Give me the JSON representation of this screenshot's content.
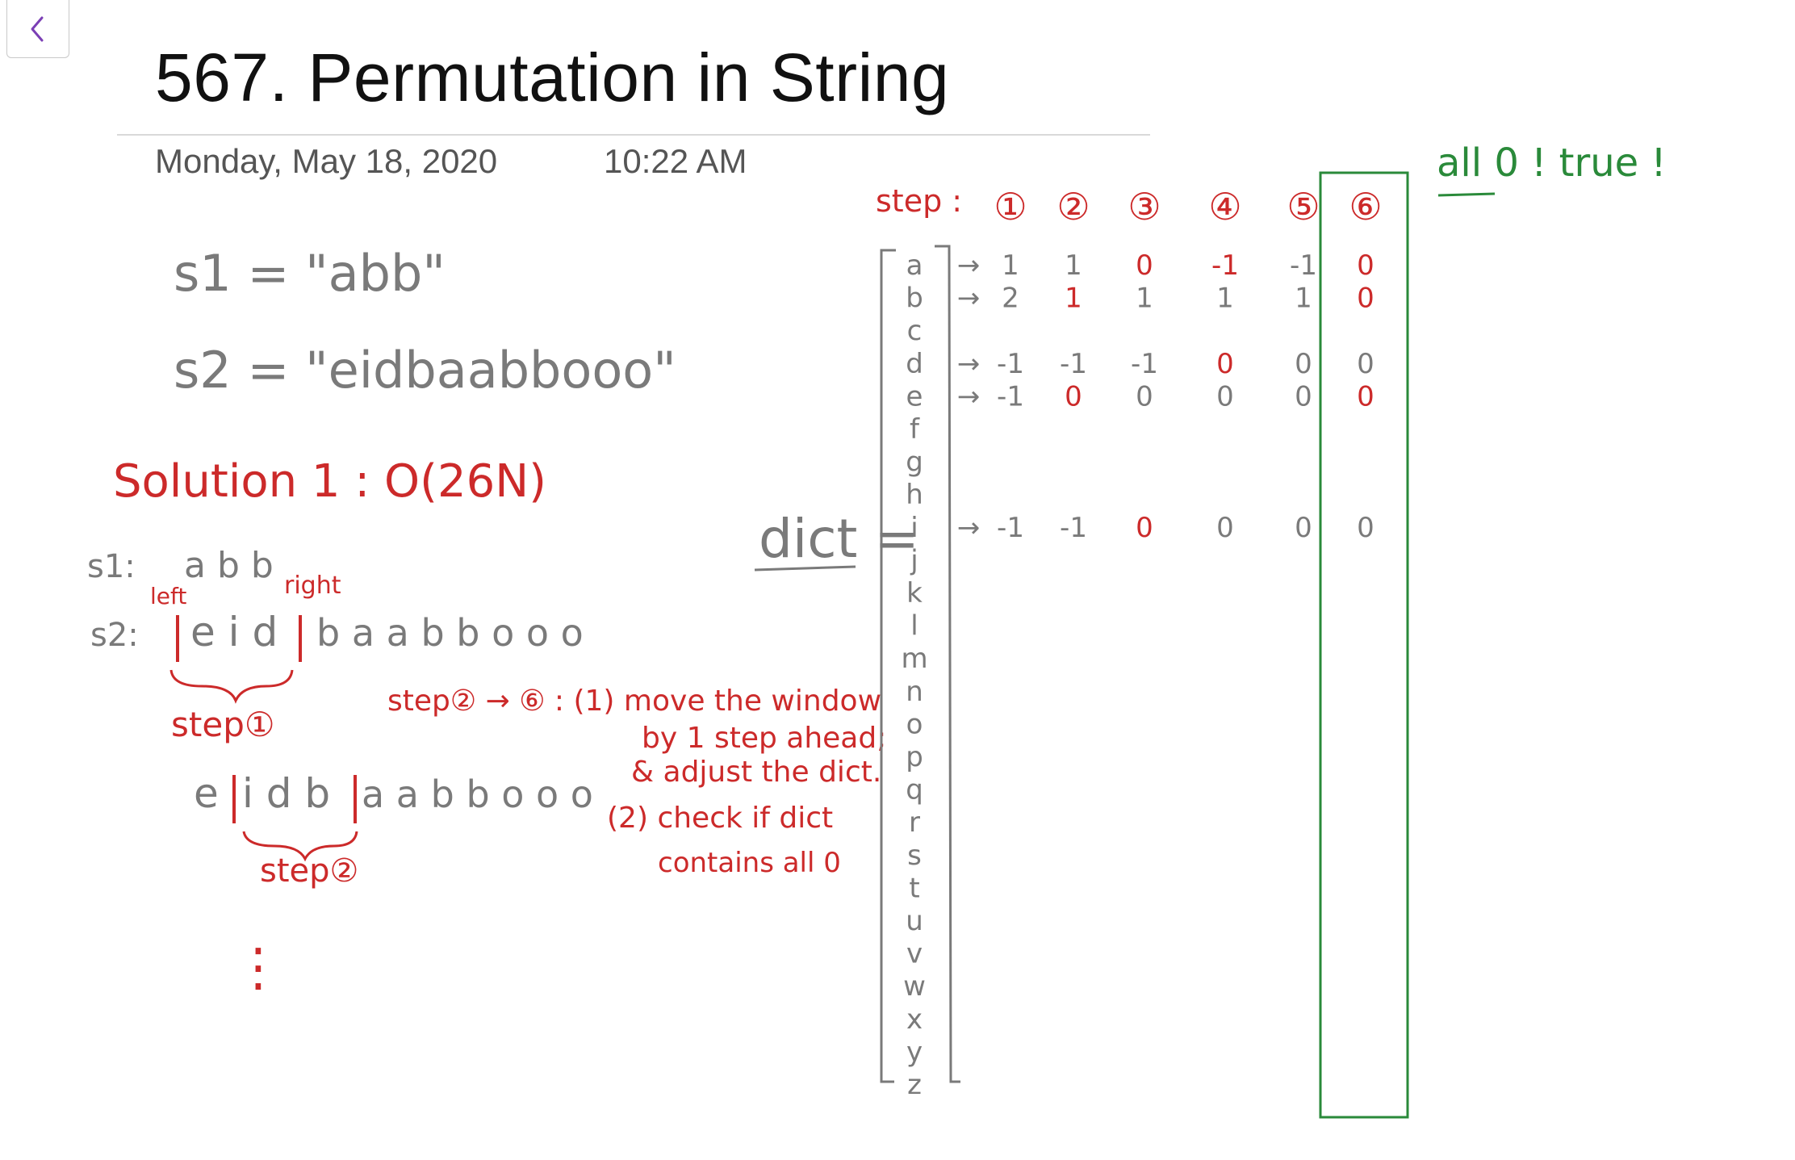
{
  "page": {
    "title": "567. Permutation in String",
    "date": "Monday, May 18, 2020",
    "time": "10:22 AM"
  },
  "colors": {
    "pencil": "#7a7a7a",
    "red": "#cc2a2a",
    "green": "#2a8a3a",
    "accent": "#7b3fb5"
  },
  "notes": {
    "s1_def": "s1 = \"abb\"",
    "s2_def": "s2 = \"eidbaabbooo\"",
    "solution": "Solution 1 : O(26N)",
    "s1_label": "s1:",
    "s1_chars": "a b b",
    "s2_label": "s2:",
    "left_label": "left",
    "right_label": "right",
    "s2_window1": "e i d",
    "s2_rest1": "b a a b b o o o",
    "step1_label": "step①",
    "row2_first": "e",
    "row2_window": "i d b",
    "row2_rest": "a a b b o o o",
    "step2_label": "step②",
    "ellipsis": "⋮",
    "expl_line1": "step② → ⑥ : (1) move the window",
    "expl_line2": "by 1 step ahead;",
    "expl_line3": "& adjust the dict.",
    "expl_line4": "(2) check if dict",
    "expl_line5": "contains all 0"
  },
  "table": {
    "dict_label": "dict =",
    "step_label": "step :",
    "steps": [
      "①",
      "②",
      "③",
      "④",
      "⑤",
      "⑥"
    ],
    "letters": [
      "a",
      "b",
      "c",
      "d",
      "e",
      "f",
      "g",
      "h",
      "i",
      "j",
      "k",
      "l",
      "m",
      "n",
      "o",
      "p",
      "q",
      "r",
      "s",
      "t",
      "u",
      "v",
      "w",
      "x",
      "y",
      "z"
    ],
    "rows": [
      {
        "letter_index": 0,
        "arrow": "→",
        "values": [
          "1",
          "1",
          "0",
          "-1",
          "-1",
          "0"
        ],
        "colors": [
          "pencil",
          "pencil",
          "red",
          "red",
          "pencil",
          "red"
        ]
      },
      {
        "letter_index": 1,
        "arrow": "→",
        "values": [
          "2",
          "1",
          "1",
          "1",
          "1",
          "0"
        ],
        "colors": [
          "pencil",
          "red",
          "pencil",
          "pencil",
          "pencil",
          "red"
        ]
      },
      {
        "letter_index": 3,
        "arrow": "→",
        "values": [
          "-1",
          "-1",
          "-1",
          "0",
          "0",
          "0"
        ],
        "colors": [
          "pencil",
          "pencil",
          "pencil",
          "red",
          "pencil",
          "pencil"
        ]
      },
      {
        "letter_index": 4,
        "arrow": "→",
        "values": [
          "-1",
          "0",
          "0",
          "0",
          "0",
          "0"
        ],
        "colors": [
          "pencil",
          "red",
          "pencil",
          "pencil",
          "pencil",
          "red"
        ]
      },
      {
        "letter_index": 8,
        "arrow": "→",
        "values": [
          "-1",
          "-1",
          "0",
          "0",
          "0",
          "0"
        ],
        "colors": [
          "pencil",
          "pencil",
          "red",
          "pencil",
          "pencil",
          "pencil"
        ]
      }
    ],
    "result_note": "all 0 ! true !"
  }
}
